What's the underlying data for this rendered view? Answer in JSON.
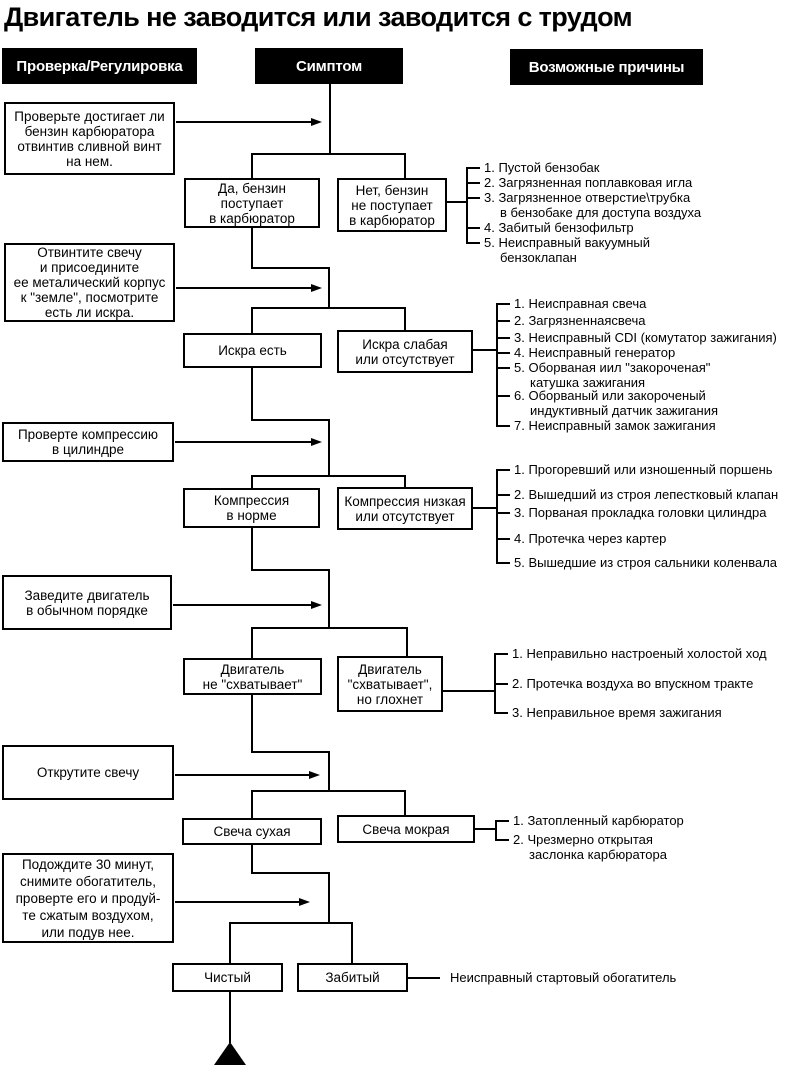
{
  "title": "Двигатель не заводится или заводится с трудом",
  "headers": {
    "check": "Проверка/Регулировка",
    "symptom": "Симптом",
    "causes": "Возможные причины"
  },
  "checks": [
    {
      "label": "Проверьте достигает ли\nбензин карбюратора\nотвинтив сливной винт\nна нем."
    },
    {
      "label": "Отвинтите свечу\nи присоедините\nее металический корпус\nк \"земле\", посмотрите\nесть ли искра."
    },
    {
      "label": "Проверте компрессию\nв цилиндре"
    },
    {
      "label": "Заведите двигатель\nв обычном порядке"
    },
    {
      "label": "Открутите свечу"
    },
    {
      "label": "Подождите 30 минут,\nснимите обогатитель,\nпроверте его и продуй-\nте сжатым воздухом,\nили подув нее."
    }
  ],
  "symptoms": [
    {
      "positive": "Да, бензин\nпоступает\nв карбюратор",
      "negative": "Нет, бензин\nне поступает\nв карбюратор"
    },
    {
      "positive": "Искра есть",
      "negative": "Искра слабая\nили отсутствует"
    },
    {
      "positive": "Компрессия\nв норме",
      "negative": "Компрессия низкая\nили отсутствует"
    },
    {
      "positive": "Двигатель\nне \"схватывает\"",
      "negative": "Двигатель\n\"схватывает\",\nно глохнет"
    },
    {
      "positive": "Свеча сухая",
      "negative": "Свеча мокрая"
    },
    {
      "positive": "Чистый",
      "negative": "Забитый"
    }
  ],
  "causes": [
    {
      "items": [
        "1. Пустой бензобак",
        "2. Загрязненная поплавковая игла",
        "3. Загрязненное отверстие\\трубка\nв бензобаке для доступа воздуха",
        "4. Забитый бензофильтр",
        "5. Неисправный вакуумный\nбензоклапан"
      ]
    },
    {
      "items": [
        "1. Неисправная свеча",
        "2. Загрязненнаясвеча",
        "3. Неисправный CDI (комутатор зажигания)",
        "4. Неисправный генератор",
        "5. Оборваная иил \"закороченая\"\nкатушка зажигания",
        "6. Оборваный или закороченый\nиндуктивный датчик зажигания",
        "7. Неисправный замок зажигания"
      ]
    },
    {
      "items": [
        "1. Прогоревший или изношенный поршень",
        "2. Вышедший из строя лепестковый клапан",
        "3. Порваная прокладка головки цилиндра",
        "4. Протечка через картер",
        "5. Вышедшие из строя сальники коленвала"
      ]
    },
    {
      "items": [
        "1. Неправильно настроеный холостой ход",
        "2. Протечка воздуха во впускном тракте",
        "3. Неправильное время зажигания"
      ]
    },
    {
      "items": [
        "1. Затопленный карбюратор",
        "2. Чрезмерно открытая\nзаслонка карбюратора"
      ]
    },
    {
      "items": [
        "Неисправный стартовый обогатитель"
      ]
    }
  ],
  "colors": {
    "ink": "#000000",
    "paper": "#ffffff"
  }
}
